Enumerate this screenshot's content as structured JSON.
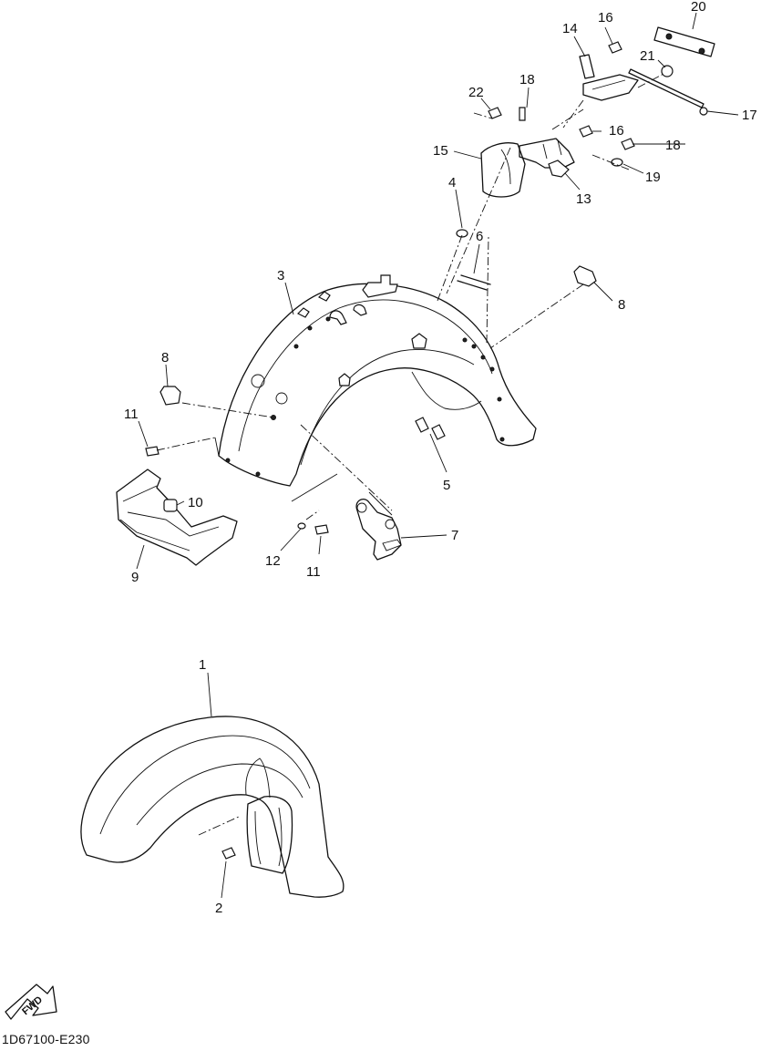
{
  "callouts": [
    {
      "id": "1",
      "label": "1"
    },
    {
      "id": "2",
      "label": "2"
    },
    {
      "id": "3",
      "label": "3"
    },
    {
      "id": "4",
      "label": "4"
    },
    {
      "id": "5",
      "label": "5"
    },
    {
      "id": "6",
      "label": "6"
    },
    {
      "id": "7",
      "label": "7"
    },
    {
      "id": "8a",
      "label": "8"
    },
    {
      "id": "8b",
      "label": "8"
    },
    {
      "id": "9",
      "label": "9"
    },
    {
      "id": "10",
      "label": "10"
    },
    {
      "id": "11a",
      "label": "11"
    },
    {
      "id": "11b",
      "label": "11"
    },
    {
      "id": "12",
      "label": "12"
    },
    {
      "id": "13",
      "label": "13"
    },
    {
      "id": "14",
      "label": "14"
    },
    {
      "id": "15",
      "label": "15"
    },
    {
      "id": "16a",
      "label": "16"
    },
    {
      "id": "16b",
      "label": "16"
    },
    {
      "id": "17",
      "label": "17"
    },
    {
      "id": "18a",
      "label": "18"
    },
    {
      "id": "18b",
      "label": "18"
    },
    {
      "id": "19",
      "label": "19"
    },
    {
      "id": "20",
      "label": "20"
    },
    {
      "id": "21",
      "label": "21"
    },
    {
      "id": "22",
      "label": "22"
    }
  ],
  "direction_badge": "FWD",
  "diagram_code": "1D67100-E230"
}
